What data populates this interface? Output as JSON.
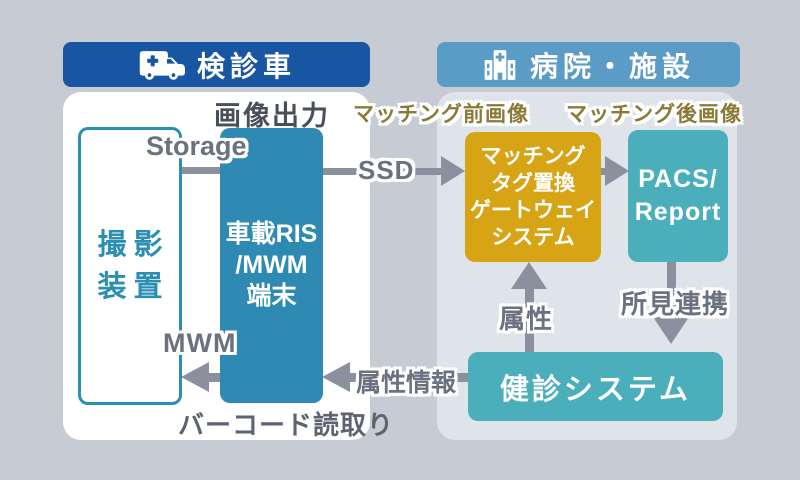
{
  "colors": {
    "background": "#c6cbd4",
    "vehicle_header_bg": "#1855a3",
    "hospital_header_bg": "#5b9cc7",
    "vehicle_panel_bg": "#ffffff",
    "hospital_panel_bg": "#dfe4eb",
    "imaging_device_teal": "#2b8fb3",
    "onboard_ris_bg": "#2e8ab2",
    "gateway_gold": "#d6a414",
    "system_teal": "#4aafba",
    "arrow_gray": "#8a909e",
    "label_gray": "#6a7280",
    "dark_label_gray": "#484e5a",
    "matching_label_olive": "#8a7a38"
  },
  "headers": {
    "vehicle": {
      "icon": "ambulance-icon",
      "label": "検診車"
    },
    "hospital": {
      "icon": "hospital-icon",
      "label": "病院・施設"
    }
  },
  "vehicle_section": {
    "image_output_label": "画像出力",
    "storage_label": "Storage",
    "imaging_device_box": {
      "lines": [
        "撮影",
        "装置"
      ]
    },
    "onboard_ris_box": {
      "lines": [
        "車載RIS",
        "/MWM",
        "端末"
      ]
    },
    "mwm_label": "MWM",
    "barcode_label": "バーコード読取り"
  },
  "hospital_section": {
    "pre_matching_label": "マッチング前画像",
    "post_matching_label": "マッチング後画像",
    "gateway_box": {
      "lines": [
        "マッチング",
        "タグ置換",
        "ゲートウェイ",
        "システム"
      ]
    },
    "pacs_box": {
      "lines": [
        "PACS/",
        "Report"
      ]
    },
    "checkup_system_box": {
      "label": "健診システム"
    },
    "findings_link_label": "所見連携",
    "attribute_label": "属性"
  },
  "connections": {
    "ssd_label": "SSD",
    "attribute_info_label": "属性情報"
  }
}
